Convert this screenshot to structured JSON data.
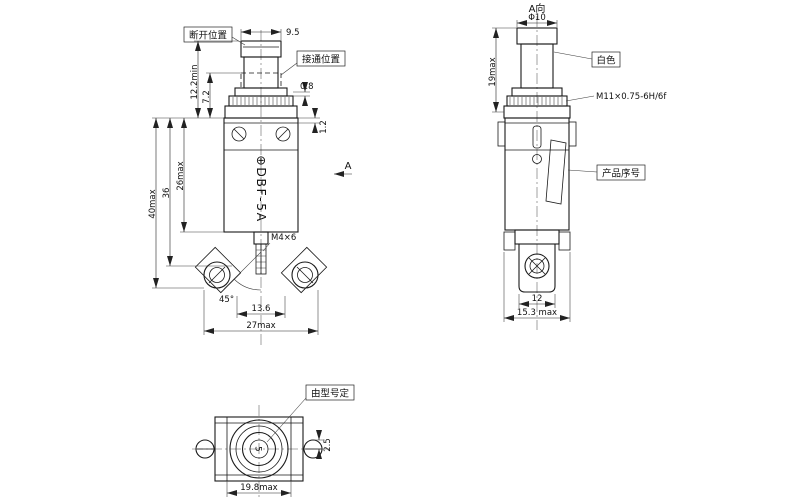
{
  "colors": {
    "line": "#1a1a1a",
    "background": "#ffffff"
  },
  "front": {
    "disconnect": "断开位置",
    "connect": "接通位置",
    "marking": "⊕DBF-5A",
    "view_arrow": "A",
    "screw": "M4×6",
    "angle": "45°",
    "dim_9_5": "9.5",
    "dim_12_2": "12.2min",
    "dim_7_2": "7.2",
    "dim_0_8": "0.8",
    "dim_1_2": "1.2",
    "dim_26": "26max",
    "dim_36": "36",
    "dim_40": "40max",
    "dim_13_6": "13.6",
    "dim_27": "27max"
  },
  "side": {
    "title": "A向",
    "white": "白色",
    "thread": "M11×0.75-6H/6f",
    "serial": "产品序号",
    "dim_dia10": "Φ10",
    "dim_19": "19max",
    "dim_12": "12",
    "dim_15_3": "15.3 max"
  },
  "bottom": {
    "model_note": "由型号定",
    "center_mark": "5",
    "dim_19_8": "19.8max",
    "dim_2_5": "2.5"
  }
}
